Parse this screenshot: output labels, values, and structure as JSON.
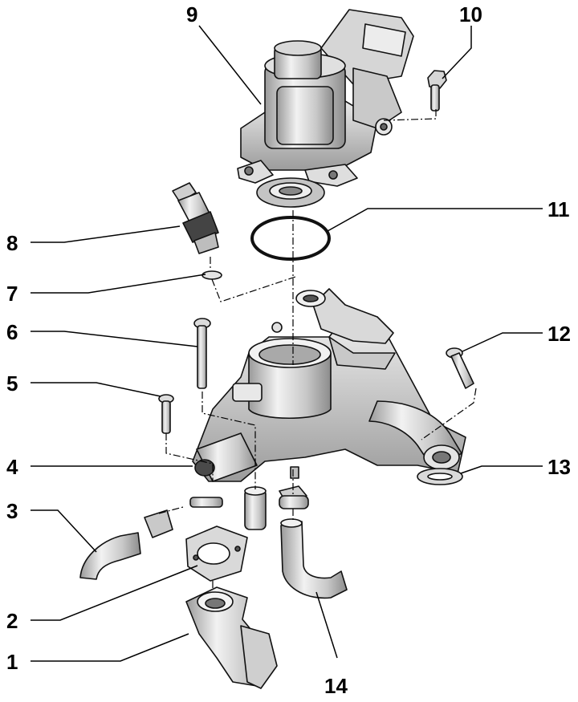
{
  "diagram": {
    "type": "exploded-parts-diagram",
    "colors": {
      "part_fill": "#d4d4d4",
      "part_light": "#eeeeee",
      "part_dark": "#8a8a8a",
      "outline": "#111111",
      "leader": "#000000"
    },
    "callouts": [
      {
        "id": "1",
        "label": "1"
      },
      {
        "id": "2",
        "label": "2"
      },
      {
        "id": "3",
        "label": "3"
      },
      {
        "id": "4",
        "label": "4"
      },
      {
        "id": "5",
        "label": "5"
      },
      {
        "id": "6",
        "label": "6"
      },
      {
        "id": "7",
        "label": "7"
      },
      {
        "id": "8",
        "label": "8"
      },
      {
        "id": "9",
        "label": "9"
      },
      {
        "id": "10",
        "label": "10"
      },
      {
        "id": "11",
        "label": "11"
      },
      {
        "id": "12",
        "label": "12"
      },
      {
        "id": "13",
        "label": "13"
      },
      {
        "id": "14",
        "label": "14"
      }
    ]
  }
}
